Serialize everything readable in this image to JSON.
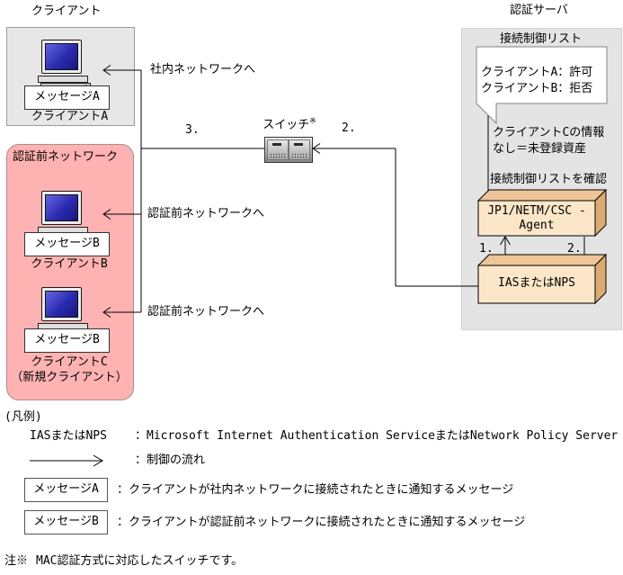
{
  "header": {
    "client_section_label": "クライアント",
    "auth_server_label": "認証サーバ"
  },
  "client_a": {
    "message": "メッセージA",
    "name": "クライアントA"
  },
  "pre_auth_network": {
    "label": "認証前ネットワーク",
    "client_b": {
      "message": "メッセージB",
      "name": "クライアントB"
    },
    "client_c": {
      "message": "メッセージB",
      "name": "クライアントC",
      "name2": "（新規クライアント）"
    }
  },
  "flows": {
    "to_internal_network": "社内ネットワークへ",
    "to_preauth_network_b": "認証前ネットワークへ",
    "to_preauth_network_c": "認証前ネットワークへ",
    "step3": "3.",
    "step2_switch": "2.",
    "step1": "1.",
    "step2_agent": "2."
  },
  "switch": {
    "label": "スイッチ",
    "note_mark": "※"
  },
  "server_panel": {
    "title": "接続制御リスト",
    "note_line1": "クライアントA：許可",
    "note_line2": "クライアントB：拒否",
    "info_line1": "クライアントCの情報",
    "info_line2": "なし＝未登録資産",
    "check_text": "接続制御リストを確認",
    "agent_box_line1": "JP1/NETM/CSC -",
    "agent_box_line2": "Agent",
    "ias_box": "IASまたはNPS"
  },
  "legend": {
    "title": "(凡例)",
    "rows": [
      {
        "symbol": "IASまたはNPS",
        "desc": "：Microsoft Internet Authentication ServiceまたはNetwork Policy Server"
      },
      {
        "symbol": "arrow",
        "desc": "：制御の流れ"
      },
      {
        "symbol": "メッセージA",
        "desc": "：クライアントが社内ネットワークに接続されたときに通知するメッセージ"
      },
      {
        "symbol": "メッセージB",
        "desc": "：クライアントが認証前ネットワークに接続されたときに通知するメッセージ"
      }
    ]
  },
  "footnote": {
    "mark": "注※",
    "text": "MAC認証方式に対応したスイッチです。"
  },
  "colors": {
    "pre_auth_bg": "#ffb2b2",
    "section_bg": "#e7e7e7",
    "server_panel_bg": "#e4e4e4",
    "box3d_front": "#fce6c8",
    "box3d_top": "#eec598",
    "box3d_side": "#dcab72",
    "screen_blue": "#2a2ab0"
  }
}
